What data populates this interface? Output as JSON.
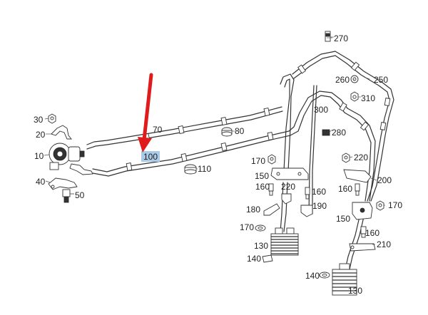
{
  "diagram": {
    "labels": {
      "p270": "270",
      "p260": "260",
      "p250": "250",
      "p310": "310",
      "p300": "300",
      "p280": "280",
      "p70": "70",
      "p80": "80",
      "p100": "100",
      "p110": "110",
      "p30": "30",
      "p20": "20",
      "p10": "10",
      "p40": "40",
      "p50": "50",
      "p170a": "170",
      "p150a": "150",
      "p160a": "160",
      "p220a": "220",
      "p160b": "160",
      "p180": "180",
      "p190": "190",
      "p170b": "170",
      "p130a": "130",
      "p140a": "140",
      "p220b": "220",
      "p200": "200",
      "p160c": "160",
      "p170c": "170",
      "p150b": "150",
      "p160d": "160",
      "p210": "210",
      "p140b": "140",
      "p130b": "130"
    },
    "highlighted_part": "100",
    "highlight_color": "#a9cbe8",
    "arrow_color": "#e01b1b"
  }
}
